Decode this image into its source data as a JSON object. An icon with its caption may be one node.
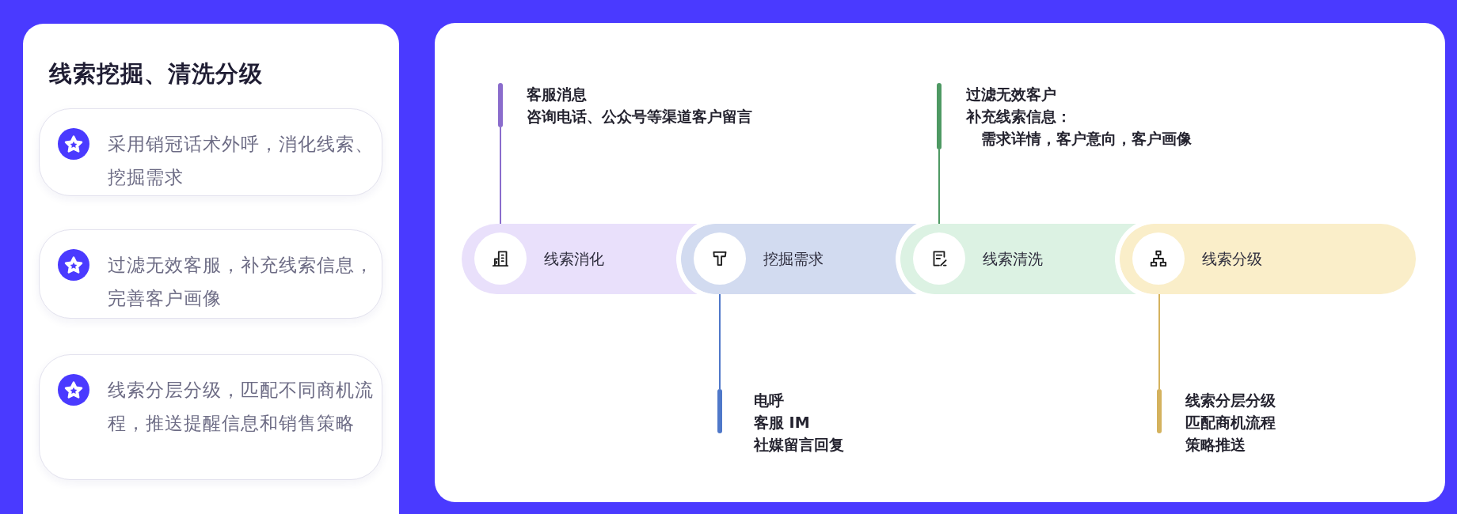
{
  "diagram": {
    "nodes": [
      {
        "text": [
          "线索挖掘、清洗分级"
        ]
      },
      {
        "text": [
          "采用销冠话术外呼，消化线索、挖掘需求"
        ],
        "in": 0
      },
      {
        "text": [
          "过滤无效客服，补充线索信息，完善客户画像"
        ],
        "in": 0
      },
      {
        "text": [
          "线索分层分级，匹配不同商机流程，推送提醒信息和销售策略"
        ],
        "in": 0
      },
      {
        "text": [],
        "shape": "box"
      },
      {
        "text": [
          "客服消息",
          "咨询电话、公众号等渠道客户留言"
        ],
        "in": 4
      },
      {
        "text": [
          "过滤无效客户",
          "补充线索信息：",
          "需求详情，客户意向，客户画像"
        ],
        "in": 4
      },
      {
        "text": [
          "线索消化"
        ],
        "in": 4
      },
      {
        "text": [
          "挖掘需求"
        ],
        "in": 4
      },
      {
        "text": [
          "线索清洗"
        ],
        "in": 4
      },
      {
        "text": [
          "线索分级"
        ],
        "in": 4
      },
      {
        "text": [
          "电呼",
          "客服 IM",
          "社媒留言回复"
        ],
        "in": 4
      },
      {
        "text": [
          "线索分层分级",
          "匹配商机流程",
          "策略推送"
        ],
        "in": 4
      }
    ],
    "edges": [
      {
        "from": 5,
        "to": 7,
        "arrow": "none",
        "color": "#8a6ccc"
      },
      {
        "from": 11,
        "to": 8,
        "arrow": "none",
        "color": "#4f78c9"
      },
      {
        "from": 6,
        "to": 9,
        "arrow": "none",
        "color": "#4e9963"
      },
      {
        "from": 12,
        "to": 10,
        "arrow": "none",
        "color": "#d4b25e"
      }
    ]
  }
}
